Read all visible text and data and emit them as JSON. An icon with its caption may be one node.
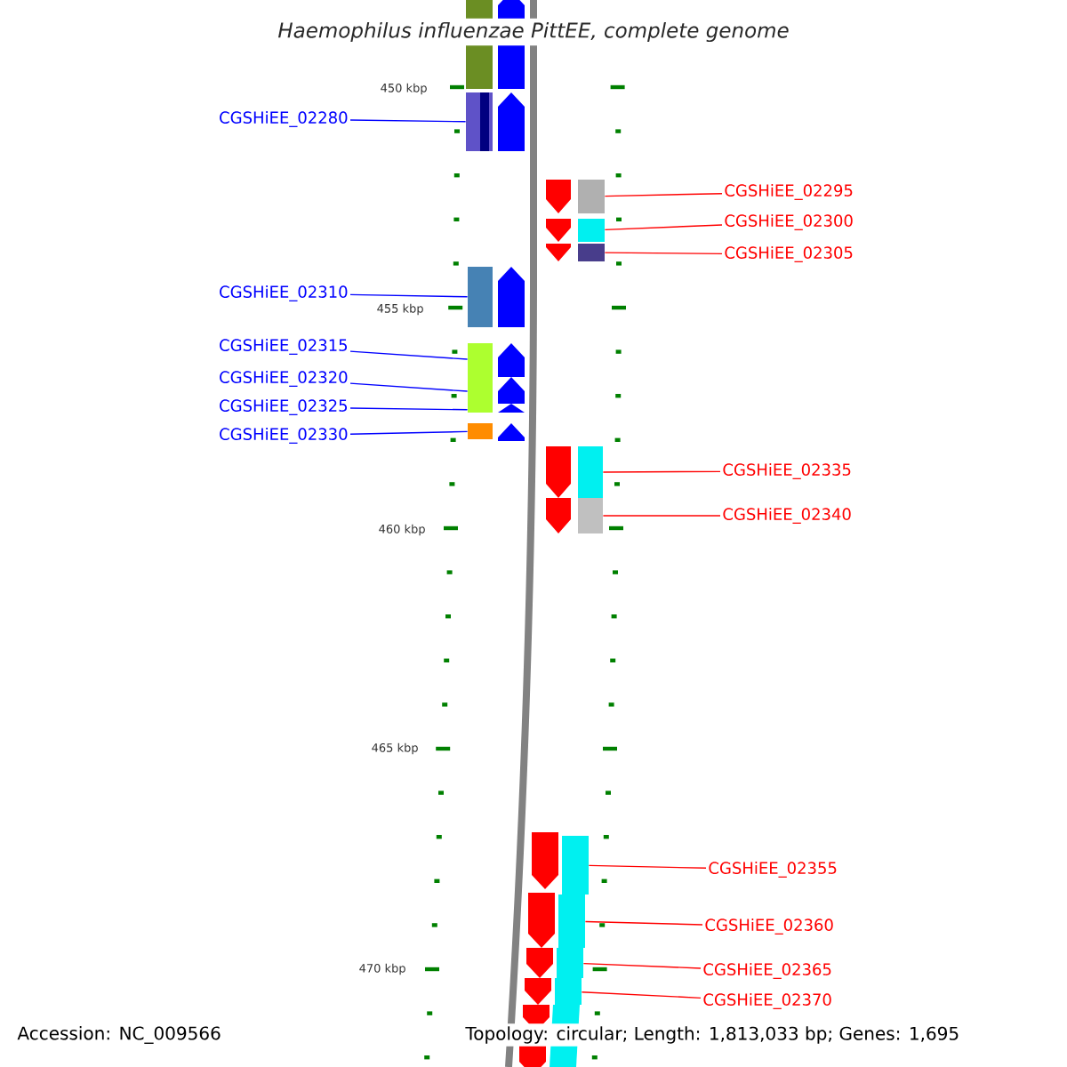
{
  "diagram": {
    "title": "Haemophilus influenzae PittEE, complete genome",
    "nodes": [
      {
        "text": [
          "CGSHiEE_02280"
        ]
      },
      {
        "text": [
          "CGSHiEE_02295"
        ]
      },
      {
        "text": [
          "CGSHiEE_02300"
        ]
      },
      {
        "text": [
          "CGSHiEE_02305"
        ]
      },
      {
        "text": [
          "CGSHiEE_02310"
        ]
      },
      {
        "text": [
          "CGSHiEE_02315"
        ]
      },
      {
        "text": [
          "CGSHiEE_02320"
        ]
      },
      {
        "text": [
          "CGSHiEE_02325"
        ]
      },
      {
        "text": [
          "CGSHiEE_02330"
        ]
      },
      {
        "text": [
          "CGSHiEE_02335"
        ]
      },
      {
        "text": [
          "CGSHiEE_02340"
        ]
      },
      {
        "text": [
          "CGSHiEE_02355"
        ]
      },
      {
        "text": [
          "CGSHiEE_02360"
        ]
      },
      {
        "text": [
          "CGSHiEE_02365"
        ]
      },
      {
        "text": [
          "CGSHiEE_02370"
        ]
      },
      {
        "text": [],
        "shape": "box"
      },
      {
        "text": [],
        "shape": "box"
      },
      {
        "text": [],
        "shape": "box"
      },
      {
        "text": [],
        "shape": "box"
      },
      {
        "text": [],
        "shape": "box"
      },
      {
        "text": [],
        "shape": "box"
      },
      {
        "text": [],
        "shape": "box"
      },
      {
        "text": [],
        "shape": "box"
      },
      {
        "text": [],
        "shape": "box"
      },
      {
        "text": [],
        "shape": "box"
      },
      {
        "text": [],
        "shape": "box"
      },
      {
        "text": [],
        "shape": "box"
      },
      {
        "text": [],
        "shape": "box"
      },
      {
        "text": [],
        "shape": "box"
      },
      {
        "text": [],
        "shape": "box"
      }
    ],
    "edges": [
      {
        "from": 0,
        "to": 15,
        "arrow": "none",
        "color": "#0000ff"
      },
      {
        "from": 1,
        "to": 16,
        "arrow": "none"
      },
      {
        "from": 2,
        "to": 17,
        "arrow": "none"
      },
      {
        "from": 3,
        "to": 18,
        "arrow": "none"
      },
      {
        "from": 4,
        "to": 19,
        "arrow": "none",
        "color": "#0000ff"
      },
      {
        "from": 5,
        "to": 20,
        "arrow": "none",
        "color": "#0000ff"
      },
      {
        "from": 6,
        "to": 21,
        "arrow": "none",
        "color": "#0000ff"
      },
      {
        "from": 7,
        "to": 22,
        "arrow": "none",
        "color": "#0000ff"
      },
      {
        "from": 8,
        "to": 23,
        "arrow": "none",
        "color": "#0000ff"
      },
      {
        "from": 9,
        "to": 24,
        "arrow": "none"
      },
      {
        "from": 10,
        "to": 25,
        "arrow": "none"
      },
      {
        "from": 11,
        "to": 26,
        "arrow": "none"
      },
      {
        "from": 12,
        "to": 27,
        "arrow": "none"
      },
      {
        "from": 13,
        "to": 28,
        "arrow": "none"
      },
      {
        "from": 14,
        "to": 29,
        "arrow": "none"
      }
    ],
    "labels": [
      "450 kbp",
      "455 kbp",
      "460 kbp",
      "465 kbp",
      "470 kbp",
      "Accession: NC_009566",
      "Topology: circular; Length: 1,813,033 bp; Genes: 1,695"
    ]
  }
}
